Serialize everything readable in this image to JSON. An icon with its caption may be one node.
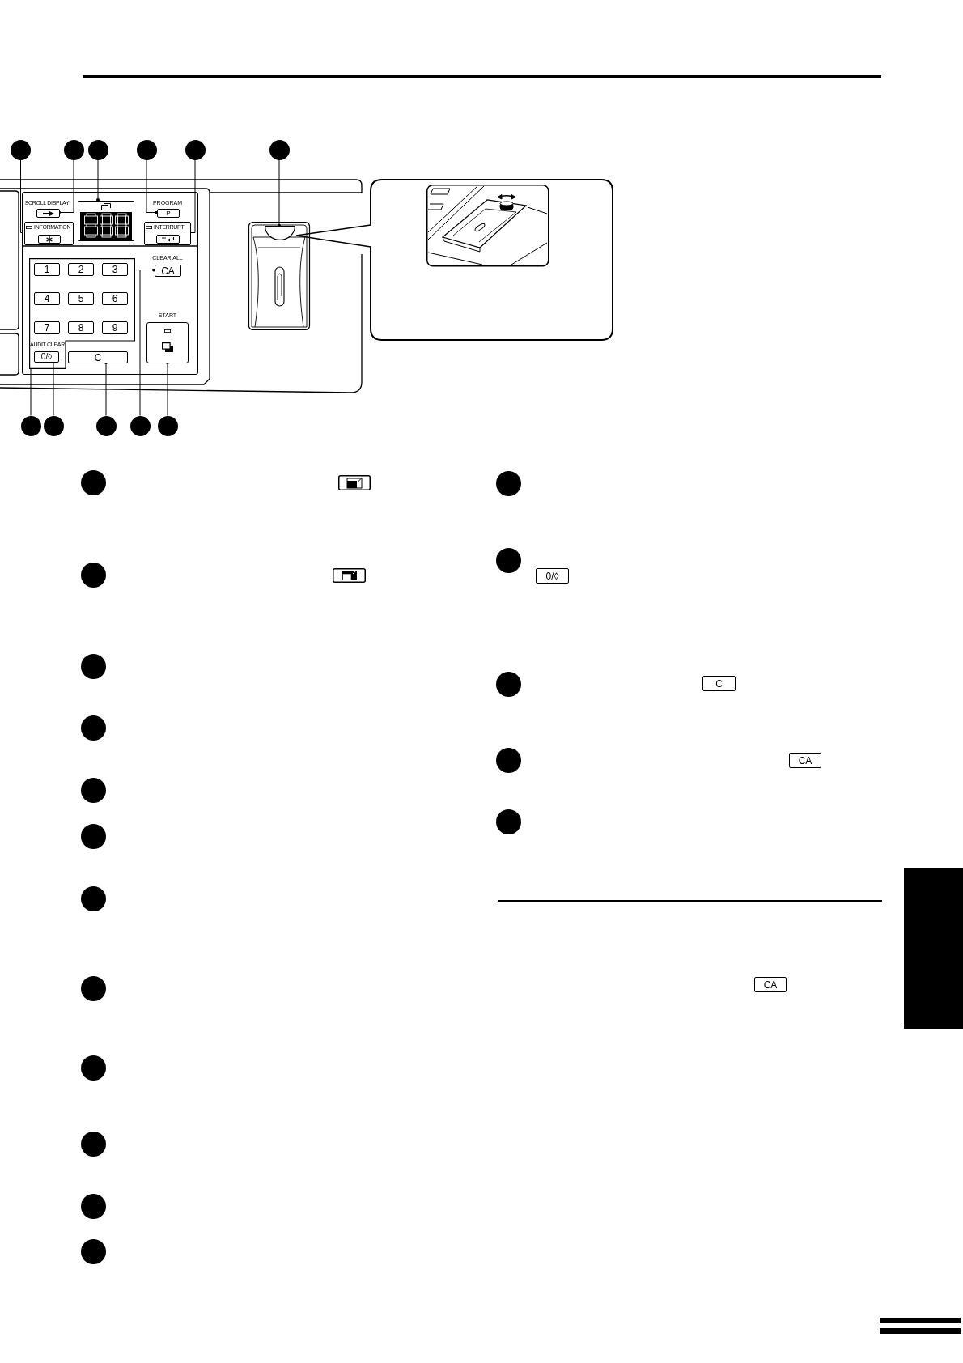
{
  "diagram": {
    "nodes": [
      {
        "text": [],
        "shape": "circle"
      },
      {
        "text": [],
        "shape": "circle"
      },
      {
        "text": [],
        "shape": "circle"
      },
      {
        "text": [],
        "shape": "circle"
      },
      {
        "text": [],
        "shape": "circle"
      },
      {
        "text": [],
        "shape": "circle"
      },
      {
        "text": [],
        "shape": "box"
      },
      {
        "text": [],
        "shape": "box",
        "in": 6,
        "beside": [
          "SCROLL DISPLAY"
        ]
      },
      {
        "text": [
          "INFORMATION"
        ],
        "in": 6
      },
      {
        "text": [],
        "shape": "box",
        "in": 8
      },
      {
        "text": [],
        "shape": "box",
        "in": 6
      },
      {
        "text": [
          "P"
        ],
        "in": 6,
        "beside": [
          "PROGRAM"
        ]
      },
      {
        "text": [
          "INTERRUPT"
        ],
        "in": 6
      },
      {
        "text": [],
        "shape": "box",
        "in": 12
      },
      {
        "text": [],
        "shape": "box",
        "in": 6
      },
      {
        "text": [
          "1"
        ],
        "in": 14
      },
      {
        "text": [
          "2"
        ],
        "in": 14
      },
      {
        "text": [
          "3"
        ],
        "in": 14
      },
      {
        "text": [
          "4"
        ],
        "in": 14
      },
      {
        "text": [
          "5"
        ],
        "in": 14
      },
      {
        "text": [
          "6"
        ],
        "in": 14
      },
      {
        "text": [
          "7"
        ],
        "in": 14
      },
      {
        "text": [
          "8"
        ],
        "in": 14
      },
      {
        "text": [
          "9"
        ],
        "in": 14
      },
      {
        "text": [
          "0/◊"
        ],
        "in": 14,
        "beside": [
          "AUDIT CLEAR"
        ]
      },
      {
        "text": [
          "C"
        ],
        "in": 6
      },
      {
        "text": [
          "CA"
        ],
        "in": 6,
        "beside": [
          "CLEAR ALL"
        ]
      },
      {
        "text": [],
        "shape": "box",
        "in": 6,
        "beside": [
          "START"
        ]
      },
      {
        "text": [],
        "shape": "semicircle"
      },
      {
        "text": [],
        "shape": "circle"
      },
      {
        "text": [],
        "shape": "circle"
      },
      {
        "text": [],
        "shape": "circle"
      },
      {
        "text": [],
        "shape": "circle"
      },
      {
        "text": [],
        "shape": "circle"
      },
      {
        "text": [],
        "shape": "circle"
      },
      {
        "text": [],
        "shape": "circle"
      },
      {
        "text": [],
        "shape": "circle"
      },
      {
        "text": [],
        "shape": "circle"
      },
      {
        "text": [],
        "shape": "circle"
      },
      {
        "text": [],
        "shape": "circle"
      },
      {
        "text": [],
        "shape": "circle"
      },
      {
        "text": [],
        "shape": "circle"
      },
      {
        "text": [],
        "shape": "circle"
      },
      {
        "text": [],
        "shape": "circle"
      },
      {
        "text": [],
        "shape": "circle"
      },
      {
        "text": [],
        "shape": "circle"
      },
      {
        "text": [],
        "shape": "circle"
      },
      {
        "text": [],
        "shape": "circle"
      },
      {
        "text": [
          "0/◊"
        ]
      },
      {
        "text": [],
        "shape": "circle"
      },
      {
        "text": [
          "C"
        ]
      },
      {
        "text": [],
        "shape": "circle"
      },
      {
        "text": [
          "CA"
        ]
      },
      {
        "text": [],
        "shape": "circle"
      },
      {
        "text": [
          "CA"
        ]
      },
      {
        "text": [],
        "shape": "box"
      },
      {
        "text": [],
        "shape": "bar"
      },
      {
        "text": [],
        "shape": "bar"
      }
    ],
    "edges": [
      {
        "from": 0,
        "to": 8,
        "arrow": "none"
      },
      {
        "from": 1,
        "to": 7,
        "arrow": "other"
      },
      {
        "from": 2,
        "to": 10,
        "arrow": "other"
      },
      {
        "from": 3,
        "to": 11,
        "arrow": "other"
      },
      {
        "from": 4,
        "to": 12,
        "arrow": "none"
      },
      {
        "from": 5,
        "to": 28,
        "arrow": "other"
      },
      {
        "from": 29,
        "to": 14,
        "arrow": "none"
      },
      {
        "from": 30,
        "to": 24,
        "arrow": "other"
      },
      {
        "from": 31,
        "to": 25,
        "arrow": "other"
      },
      {
        "from": 32,
        "to": 26,
        "arrow": "other"
      },
      {
        "from": 33,
        "to": 27,
        "arrow": "other"
      }
    ]
  }
}
